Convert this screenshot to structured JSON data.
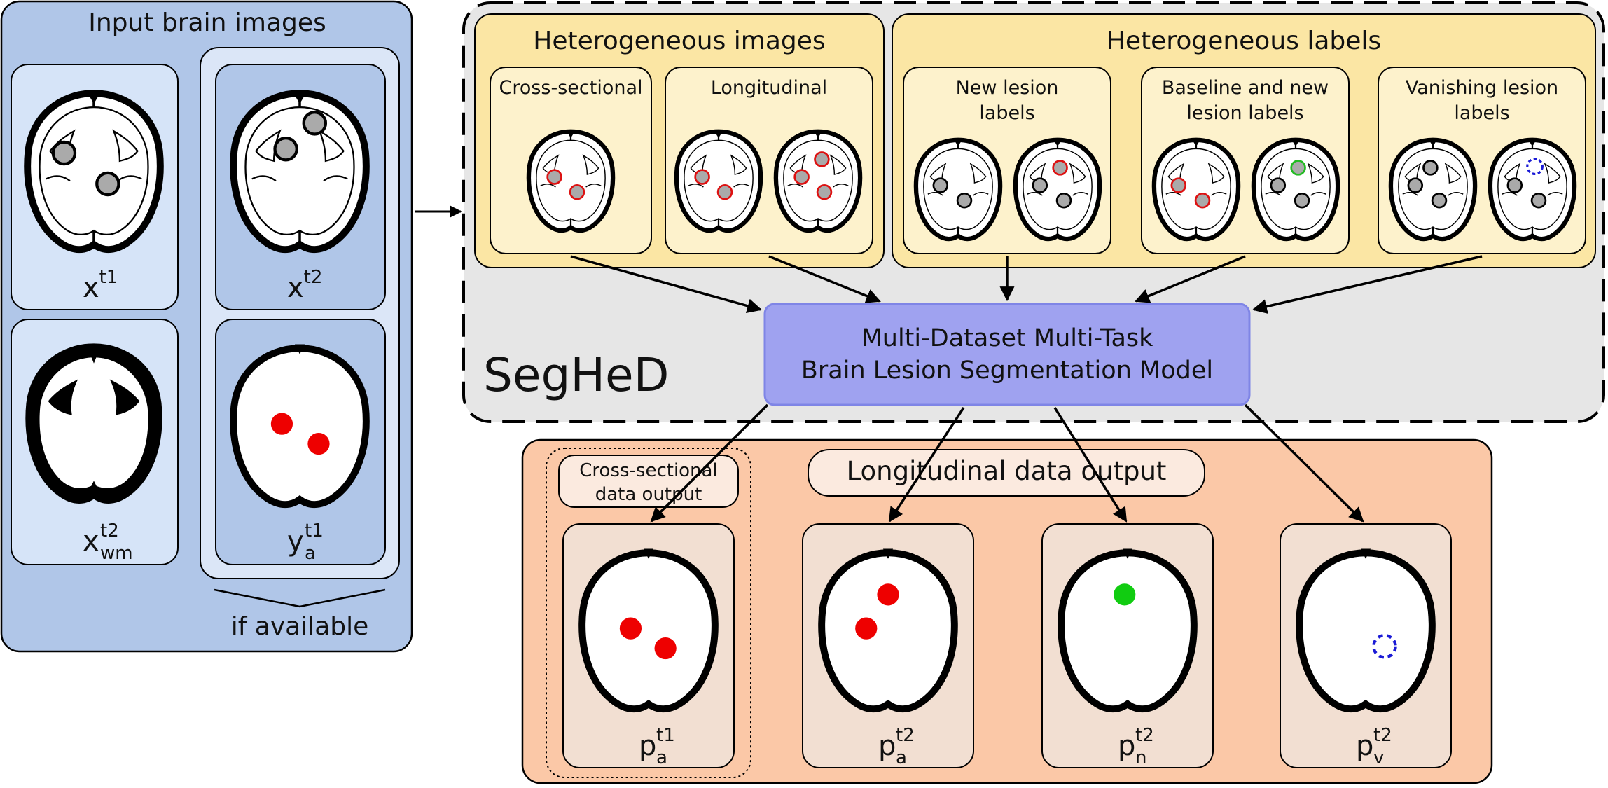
{
  "input_panel": {
    "title": "Input brain images",
    "note": "if available",
    "cells": [
      {
        "base": "x",
        "sup": "t1",
        "sub": ""
      },
      {
        "base": "x",
        "sup": "t2",
        "sub": ""
      },
      {
        "base": "x",
        "sup": "t2",
        "sub": "wm"
      },
      {
        "base": "y",
        "sup": "t1",
        "sub": "a"
      }
    ]
  },
  "segheD": {
    "name": "SegHeD",
    "images": {
      "title": "Heterogeneous images",
      "cross_sectional": "Cross-sectional",
      "longitudinal": "Longitudinal"
    },
    "labels": {
      "title": "Heterogeneous labels",
      "new_line1": "New lesion",
      "new_line2": "labels",
      "baseline_line1": "Baseline and new",
      "baseline_line2": "lesion labels",
      "vanishing_line1": "Vanishing lesion",
      "vanishing_line2": "labels"
    },
    "model_line1": "Multi-Dataset Multi-Task",
    "model_line2": "Brain Lesion Segmentation Model"
  },
  "output_panel": {
    "longitudinal_title": "Longitudinal data output",
    "cross_title_line1": "Cross-sectional",
    "cross_title_line2": "data output",
    "cells": [
      {
        "base": "p",
        "sup": "t1",
        "sub": "a"
      },
      {
        "base": "p",
        "sup": "t2",
        "sub": "a"
      },
      {
        "base": "p",
        "sup": "t2",
        "sub": "n"
      },
      {
        "base": "p",
        "sup": "t2",
        "sub": "v"
      }
    ]
  },
  "colors": {
    "input_bg": "#b0c6e8",
    "input_cell_light": "#d6e4f8",
    "input_cell_dark": "#b0c6e8",
    "input_group": "#dbe6f7",
    "yellow_bg": "#fbe6a4",
    "yellow_cell": "#fdf2cc",
    "gray_bg": "#e6e6e6",
    "model_bg": "#9fa2f0",
    "model_border": "#7f85e6",
    "output_bg": "#fbc8a7",
    "output_cell": "#f2dfd2",
    "output_label_bg": "#fbeadf",
    "lesion_red": "#ee0000",
    "lesion_green": "#11cc11",
    "lesion_blue": "#1a1ad6",
    "lesion_gray": "#aaaaaa"
  }
}
